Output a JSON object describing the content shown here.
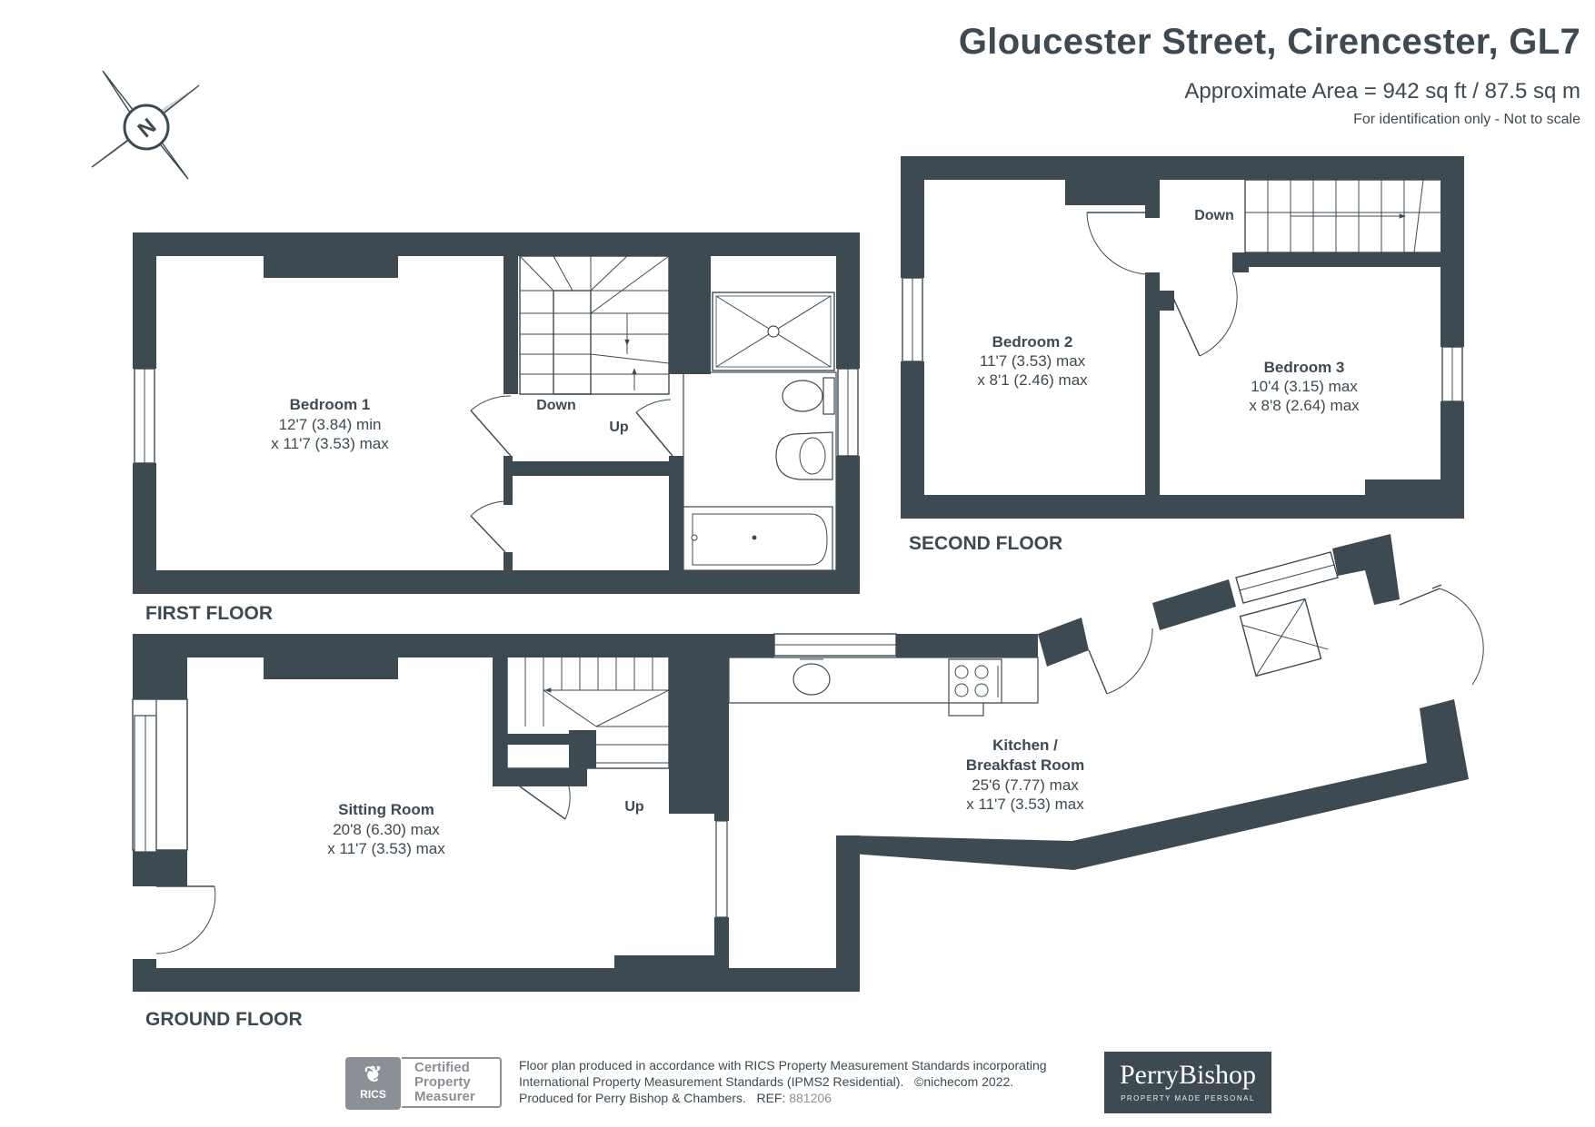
{
  "header": {
    "title": "Gloucester Street, Cirencester, GL7",
    "area": "Approximate Area = 942 sq ft / 87.5 sq m",
    "disclaimer": "For identification only - Not to scale"
  },
  "compass": {
    "label": "N"
  },
  "floors": {
    "first": {
      "label": "FIRST FLOOR",
      "rooms": [
        {
          "name": "Bedroom 1",
          "dim1": "12'7 (3.84) min",
          "dim2": "x 11'7 (3.53) max"
        }
      ],
      "stairs": {
        "down": "Down",
        "up": "Up"
      }
    },
    "second": {
      "label": "SECOND FLOOR",
      "rooms": [
        {
          "name": "Bedroom 2",
          "dim1": "11'7 (3.53) max",
          "dim2": "x 8'1 (2.46) max"
        },
        {
          "name": "Bedroom 3",
          "dim1": "10'4 (3.15) max",
          "dim2": "x 8'8 (2.64) max"
        }
      ],
      "stairs": {
        "down": "Down"
      }
    },
    "ground": {
      "label": "GROUND FLOOR",
      "rooms": [
        {
          "name": "Sitting Room",
          "dim1": "20'8 (6.30) max",
          "dim2": "x 11'7 (3.53) max"
        },
        {
          "name_line1": "Kitchen /",
          "name_line2": "Breakfast Room",
          "dim1": "25'6 (7.77) max",
          "dim2": "x 11'7 (3.53) max"
        }
      ],
      "stairs": {
        "up": "Up"
      }
    }
  },
  "footer": {
    "rics_badge": "RICS",
    "certified_line1": "Certified",
    "certified_line2": "Property",
    "certified_line3": "Measurer",
    "note_line1": "Floor plan produced in accordance with RICS Property Measurement Standards incorporating",
    "note_line2": "International Property Measurement Standards (IPMS2 Residential).",
    "copyright": "©nichecom 2022.",
    "note_line3": "Produced for Perry Bishop & Chambers.",
    "ref_label": "REF:",
    "ref_value": "881206",
    "brand_name": "PerryBishop",
    "brand_tagline": "PROPERTY MADE PERSONAL"
  },
  "colors": {
    "wall": "#3d4a52",
    "muted": "#8a9096",
    "background": "#ffffff"
  }
}
